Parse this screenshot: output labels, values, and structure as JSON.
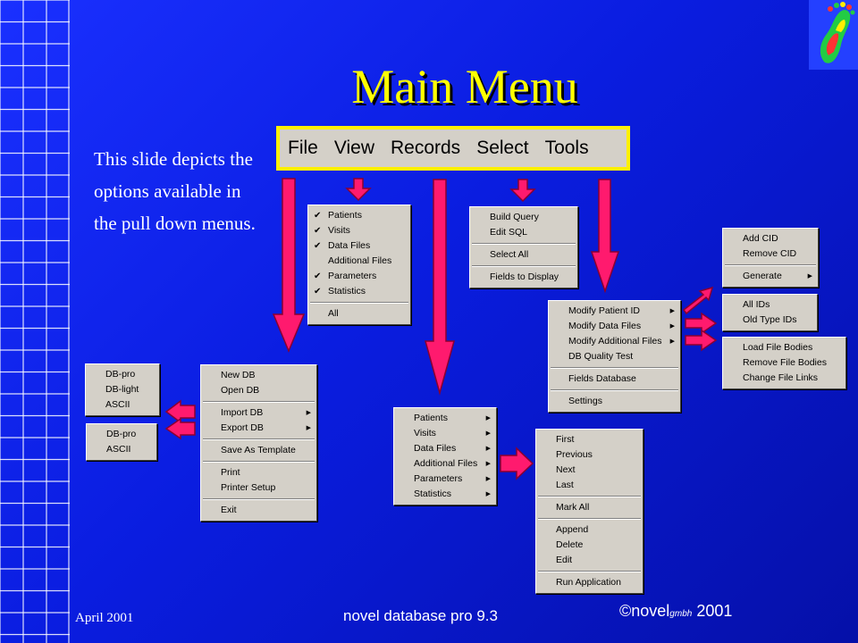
{
  "title": "Main Menu",
  "description": "This slide depicts the options available in the pull down menus.",
  "menubar": [
    "File",
    "View",
    "Records",
    "Select",
    "Tools"
  ],
  "menus": {
    "view": [
      {
        "label": "Patients",
        "check": true
      },
      {
        "label": "Visits",
        "check": true
      },
      {
        "label": "Data Files",
        "check": true
      },
      {
        "label": "Additional Files",
        "check": false
      },
      {
        "label": "Parameters",
        "check": true
      },
      {
        "label": "Statistics",
        "check": true
      },
      {
        "sep": true
      },
      {
        "label": "All",
        "check": false
      }
    ],
    "select": [
      {
        "label": "Build Query"
      },
      {
        "label": "Edit SQL"
      },
      {
        "sep": true
      },
      {
        "label": "Select All"
      },
      {
        "sep": true
      },
      {
        "label": "Fields to Display"
      }
    ],
    "file": [
      {
        "label": "New DB"
      },
      {
        "label": "Open DB"
      },
      {
        "sep": true
      },
      {
        "label": "Import DB",
        "sub": true
      },
      {
        "label": "Export DB",
        "sub": true
      },
      {
        "sep": true
      },
      {
        "label": "Save As Template"
      },
      {
        "sep": true
      },
      {
        "label": "Print"
      },
      {
        "label": "Printer Setup"
      },
      {
        "sep": true
      },
      {
        "label": "Exit"
      }
    ],
    "import": [
      {
        "label": "DB-pro"
      },
      {
        "label": "DB-light"
      },
      {
        "label": "ASCII"
      }
    ],
    "export": [
      {
        "label": "DB-pro"
      },
      {
        "label": "ASCII"
      }
    ],
    "records": [
      {
        "label": "Patients",
        "sub": true
      },
      {
        "label": "Visits",
        "sub": true
      },
      {
        "label": "Data Files",
        "sub": true
      },
      {
        "label": "Additional Files",
        "sub": true
      },
      {
        "label": "Parameters",
        "sub": true
      },
      {
        "label": "Statistics",
        "sub": true
      }
    ],
    "navigate": [
      {
        "label": "First"
      },
      {
        "label": "Previous"
      },
      {
        "label": "Next"
      },
      {
        "label": "Last"
      },
      {
        "sep": true
      },
      {
        "label": "Mark All"
      },
      {
        "sep": true
      },
      {
        "label": "Append"
      },
      {
        "label": "Delete"
      },
      {
        "label": "Edit"
      },
      {
        "sep": true
      },
      {
        "label": "Run Application"
      }
    ],
    "tools": [
      {
        "label": "Modify Patient ID",
        "sub": true
      },
      {
        "label": "Modify Data Files",
        "sub": true
      },
      {
        "label": "Modify Additional Files",
        "sub": true
      },
      {
        "label": "DB Quality Test"
      },
      {
        "sep": true
      },
      {
        "label": "Fields Database"
      },
      {
        "sep": true
      },
      {
        "label": "Settings"
      }
    ],
    "patient_id": [
      {
        "label": "Add CID"
      },
      {
        "label": "Remove CID"
      },
      {
        "sep": true
      },
      {
        "label": "Generate",
        "sub": true
      }
    ],
    "data_files": [
      {
        "label": "All IDs"
      },
      {
        "label": "Old Type IDs"
      }
    ],
    "additional_files": [
      {
        "label": "Load File Bodies"
      },
      {
        "label": "Remove File Bodies"
      },
      {
        "label": "Change File Links"
      }
    ]
  },
  "footer": {
    "date": "April 2001",
    "product": "novel database pro 9.3",
    "copyright_symbol": "©",
    "company": "novel",
    "company_suffix": "gmbh",
    "year": "2001"
  },
  "colors": {
    "background": "#0a1de0",
    "title": "#ffff00",
    "menubar_frame": "#fff000",
    "menu_face": "#d4d0c8",
    "arrow_fill": "#ff1a6e"
  }
}
